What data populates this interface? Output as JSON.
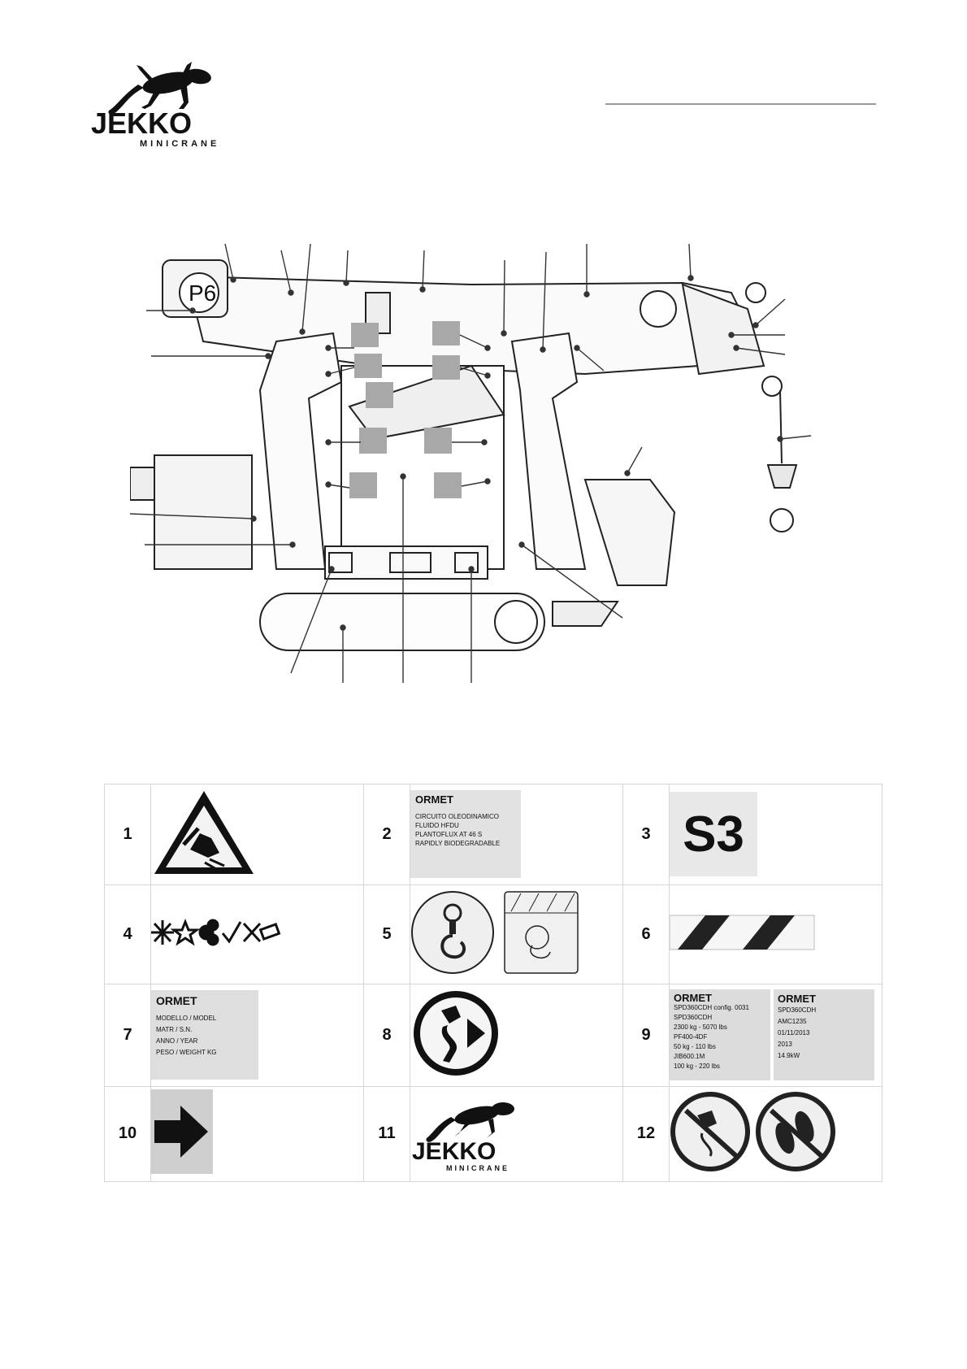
{
  "header": {
    "brand_word": "JEKKO",
    "brand_sub": "MINICRANE"
  },
  "figure": {
    "boom_label": "P6"
  },
  "legend": {
    "items": [
      {
        "num": "1",
        "icon": "crush-hand-warning-icon"
      },
      {
        "num": "2",
        "icon": "ormet-oil-circuit-plate",
        "brand": "ORMET",
        "lines": [
          "CIRCUITO OLEODINAMICO",
          "FLUIDO HFDU",
          "PLANTOFLUX AT 46 S",
          "RAPIDLY BIODEGRADABLE"
        ]
      },
      {
        "num": "3",
        "text": "S3"
      },
      {
        "num": "4",
        "icon": "control-symbols-icon"
      },
      {
        "num": "5",
        "icon": "hook-lifting-point-icon"
      },
      {
        "num": "6",
        "icon": "hazard-stripes-icon"
      },
      {
        "num": "7",
        "icon": "ormet-id-plate",
        "brand": "ORMET",
        "lines": [
          "MODELLO / MODEL",
          "MATR / S.N.",
          "ANNO / YEAR",
          "PESO / WEIGHT KG"
        ]
      },
      {
        "num": "8",
        "icon": "sling-direction-icon"
      },
      {
        "num": "9",
        "icon": "ormet-rating-plates",
        "brand": "ORMET",
        "left_lines": [
          "SPD360CDH config. 0031",
          "SPD360CDH",
          "2300 kg - 5070 lbs",
          "PF400-4DF",
          "50 kg - 110 lbs",
          "JIB600.1M",
          "100 kg - 220 lbs"
        ],
        "right_lines": [
          "SPD360CDH",
          "AMC1235",
          "01/11/2013",
          "2013",
          "14.9kW"
        ]
      },
      {
        "num": "10",
        "icon": "arrow-right-icon"
      },
      {
        "num": "11",
        "icon": "jekko-logo",
        "brand": "JEKKO",
        "brand_sub": "MINICRANE"
      },
      {
        "num": "12",
        "icon": "prohibition-icons"
      }
    ]
  }
}
